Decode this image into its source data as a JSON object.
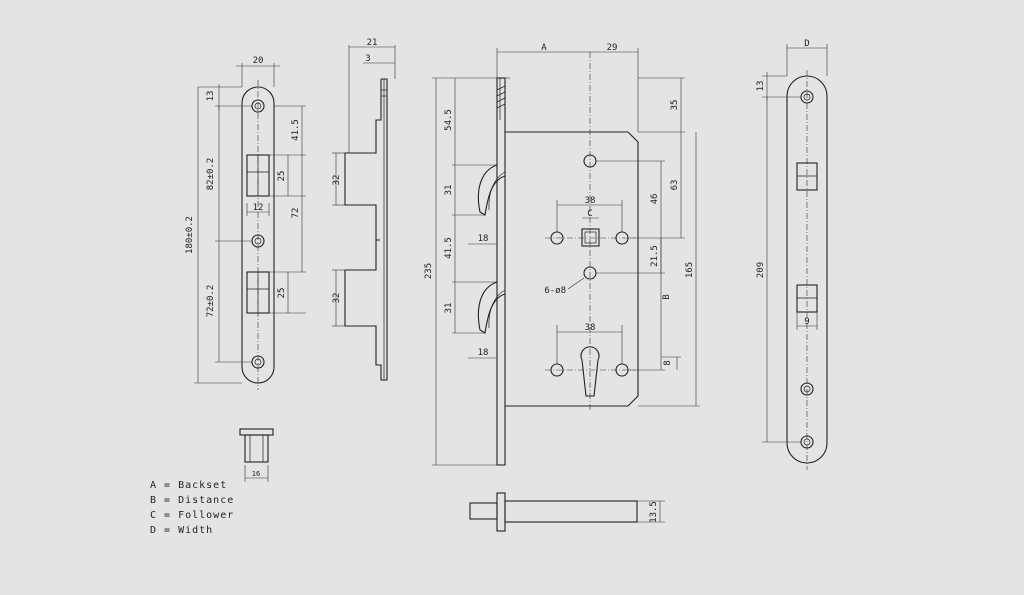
{
  "dimensions": {
    "faceplate_width": "20",
    "hole_top_offset": "13",
    "top_to_latch": "41.5",
    "latch_height": "25",
    "latch_to_bolt": "72",
    "bolt_height": "25",
    "latch_pitch": "82±0.2",
    "bolt_pitch": "72±0.2",
    "total_length": "180±0.2",
    "gap_width": "12",
    "pin_width": "16",
    "side_depth": "21",
    "side_plate": "3",
    "side_latch_height": "32",
    "side_bolt_height": "32",
    "backset_label": "A",
    "body_offset": "29",
    "top_margin": "35",
    "left_top": "54.5",
    "left_latch": "31",
    "left_mid": "41.5",
    "left_bolt": "31",
    "latch_throw": "18",
    "bolt_throw": "18",
    "total_height": "235",
    "follower_spacing": "38",
    "follower_label": "C",
    "screw_spec": "6-ø8",
    "cyl_spacing": "38",
    "right_46": "46",
    "right_63": "63",
    "right_21_5": "21.5",
    "distance_label": "B",
    "right_165": "165",
    "cyl_offset": "8",
    "width_label": "D",
    "front_hole_top": "13",
    "front_length": "209",
    "front_slot_width": "9",
    "rod_diameter": "13.5"
  },
  "legend": [
    "A = Backset",
    "B = Distance",
    "C = Follower",
    "D = Width"
  ]
}
